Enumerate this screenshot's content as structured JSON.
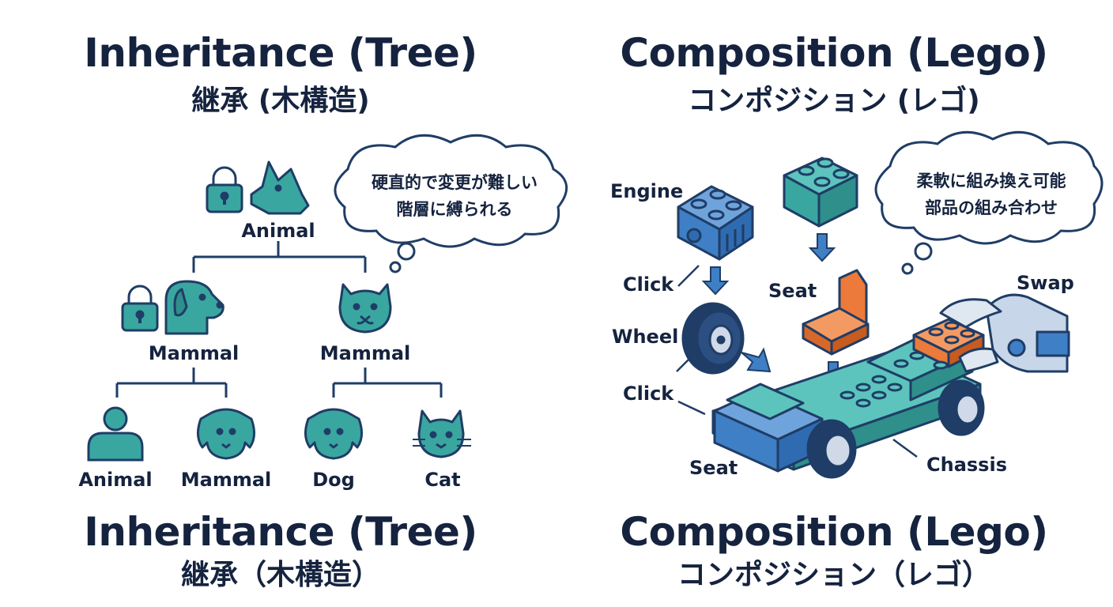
{
  "inheritance": {
    "title_en": "Inheritance (Tree)",
    "title_ja": "継承 (木構造)",
    "bottom_title_en": "Inheritance (Tree)",
    "bottom_title_ja": "継承（木構造）",
    "thought": {
      "line1": "硬直的で変更が難しい",
      "line2": "階層に縛られる"
    },
    "nodes": {
      "root": "Animal",
      "mid_left": "Mammal",
      "mid_right": "Mammal",
      "leaf1": "Animal",
      "leaf2": "Mammal",
      "leaf3": "Dog",
      "leaf4": "Cat"
    },
    "icons": [
      "lock-icon",
      "wolf-head-icon",
      "dog-head-icon",
      "cat-head-icon",
      "person-icon"
    ]
  },
  "composition": {
    "title_en": "Composition (Lego)",
    "title_ja": "コンポジション (レゴ)",
    "bottom_title_en": "Composition (Lego)",
    "bottom_title_ja": "コンポジション（レゴ）",
    "thought": {
      "line1": "柔軟に組み換え可能",
      "line2": "部品の組み合わせ"
    },
    "labels": {
      "engine": "Engine",
      "click1": "Click",
      "wheel": "Wheel",
      "click2": "Click",
      "seat_top": "Seat",
      "seat_bottom": "Seat",
      "swap": "Swap",
      "chassis": "Chassis"
    },
    "colors": {
      "blue": "#3f7fc6",
      "teal": "#3aa6a0",
      "orange": "#ec7a3a",
      "navy": "#1f3d66"
    }
  }
}
